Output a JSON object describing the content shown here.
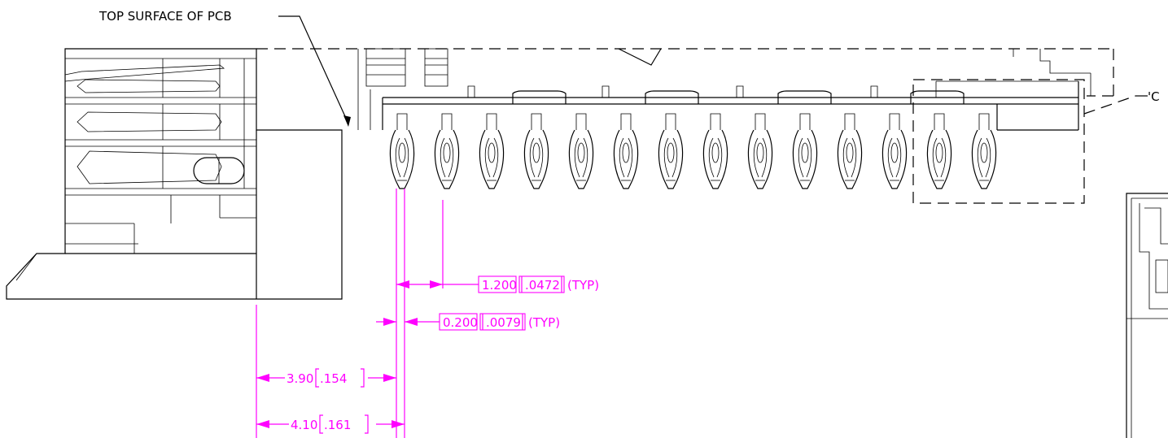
{
  "callouts": {
    "pcb_surface": "TOP SURFACE OF PCB",
    "detail": "'C"
  },
  "dimensions": {
    "pitch": {
      "metric": "1.200",
      "imperial": ".0472",
      "note": "(TYP)"
    },
    "gap": {
      "metric": "0.200",
      "imperial": ".0079",
      "note": "(TYP)"
    },
    "offset_a": {
      "metric": "3.90",
      "imperial": ".154"
    },
    "offset_b": {
      "metric": "4.10",
      "imperial": ".161"
    }
  },
  "colors": {
    "line": "#000000",
    "dimension": "#ff00ff",
    "background": "#ffffff"
  }
}
